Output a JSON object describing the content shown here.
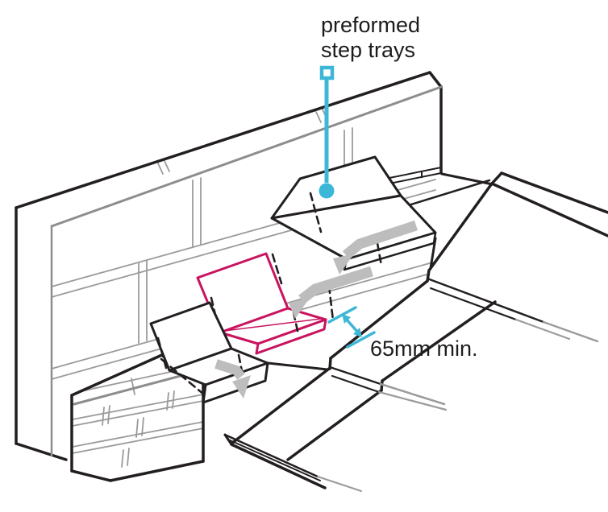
{
  "labels": {
    "component": {
      "line1": "preformed",
      "line2": "step trays"
    },
    "dimension": "65mm min."
  },
  "colors": {
    "background": "#ffffff",
    "primary_line": "#231f20",
    "secondary_line": "#9b9b9b",
    "highlight_tray": "#c9135f",
    "annotation_cyan": "#3cb7d7",
    "flow_arrow_gray": "#bdbdbd"
  },
  "components": [
    "brick wall",
    "preformed step trays",
    "highlighted step tray",
    "roof tile courses",
    "brick pier",
    "water flow arrows",
    "leader line",
    "dimension arrow"
  ]
}
